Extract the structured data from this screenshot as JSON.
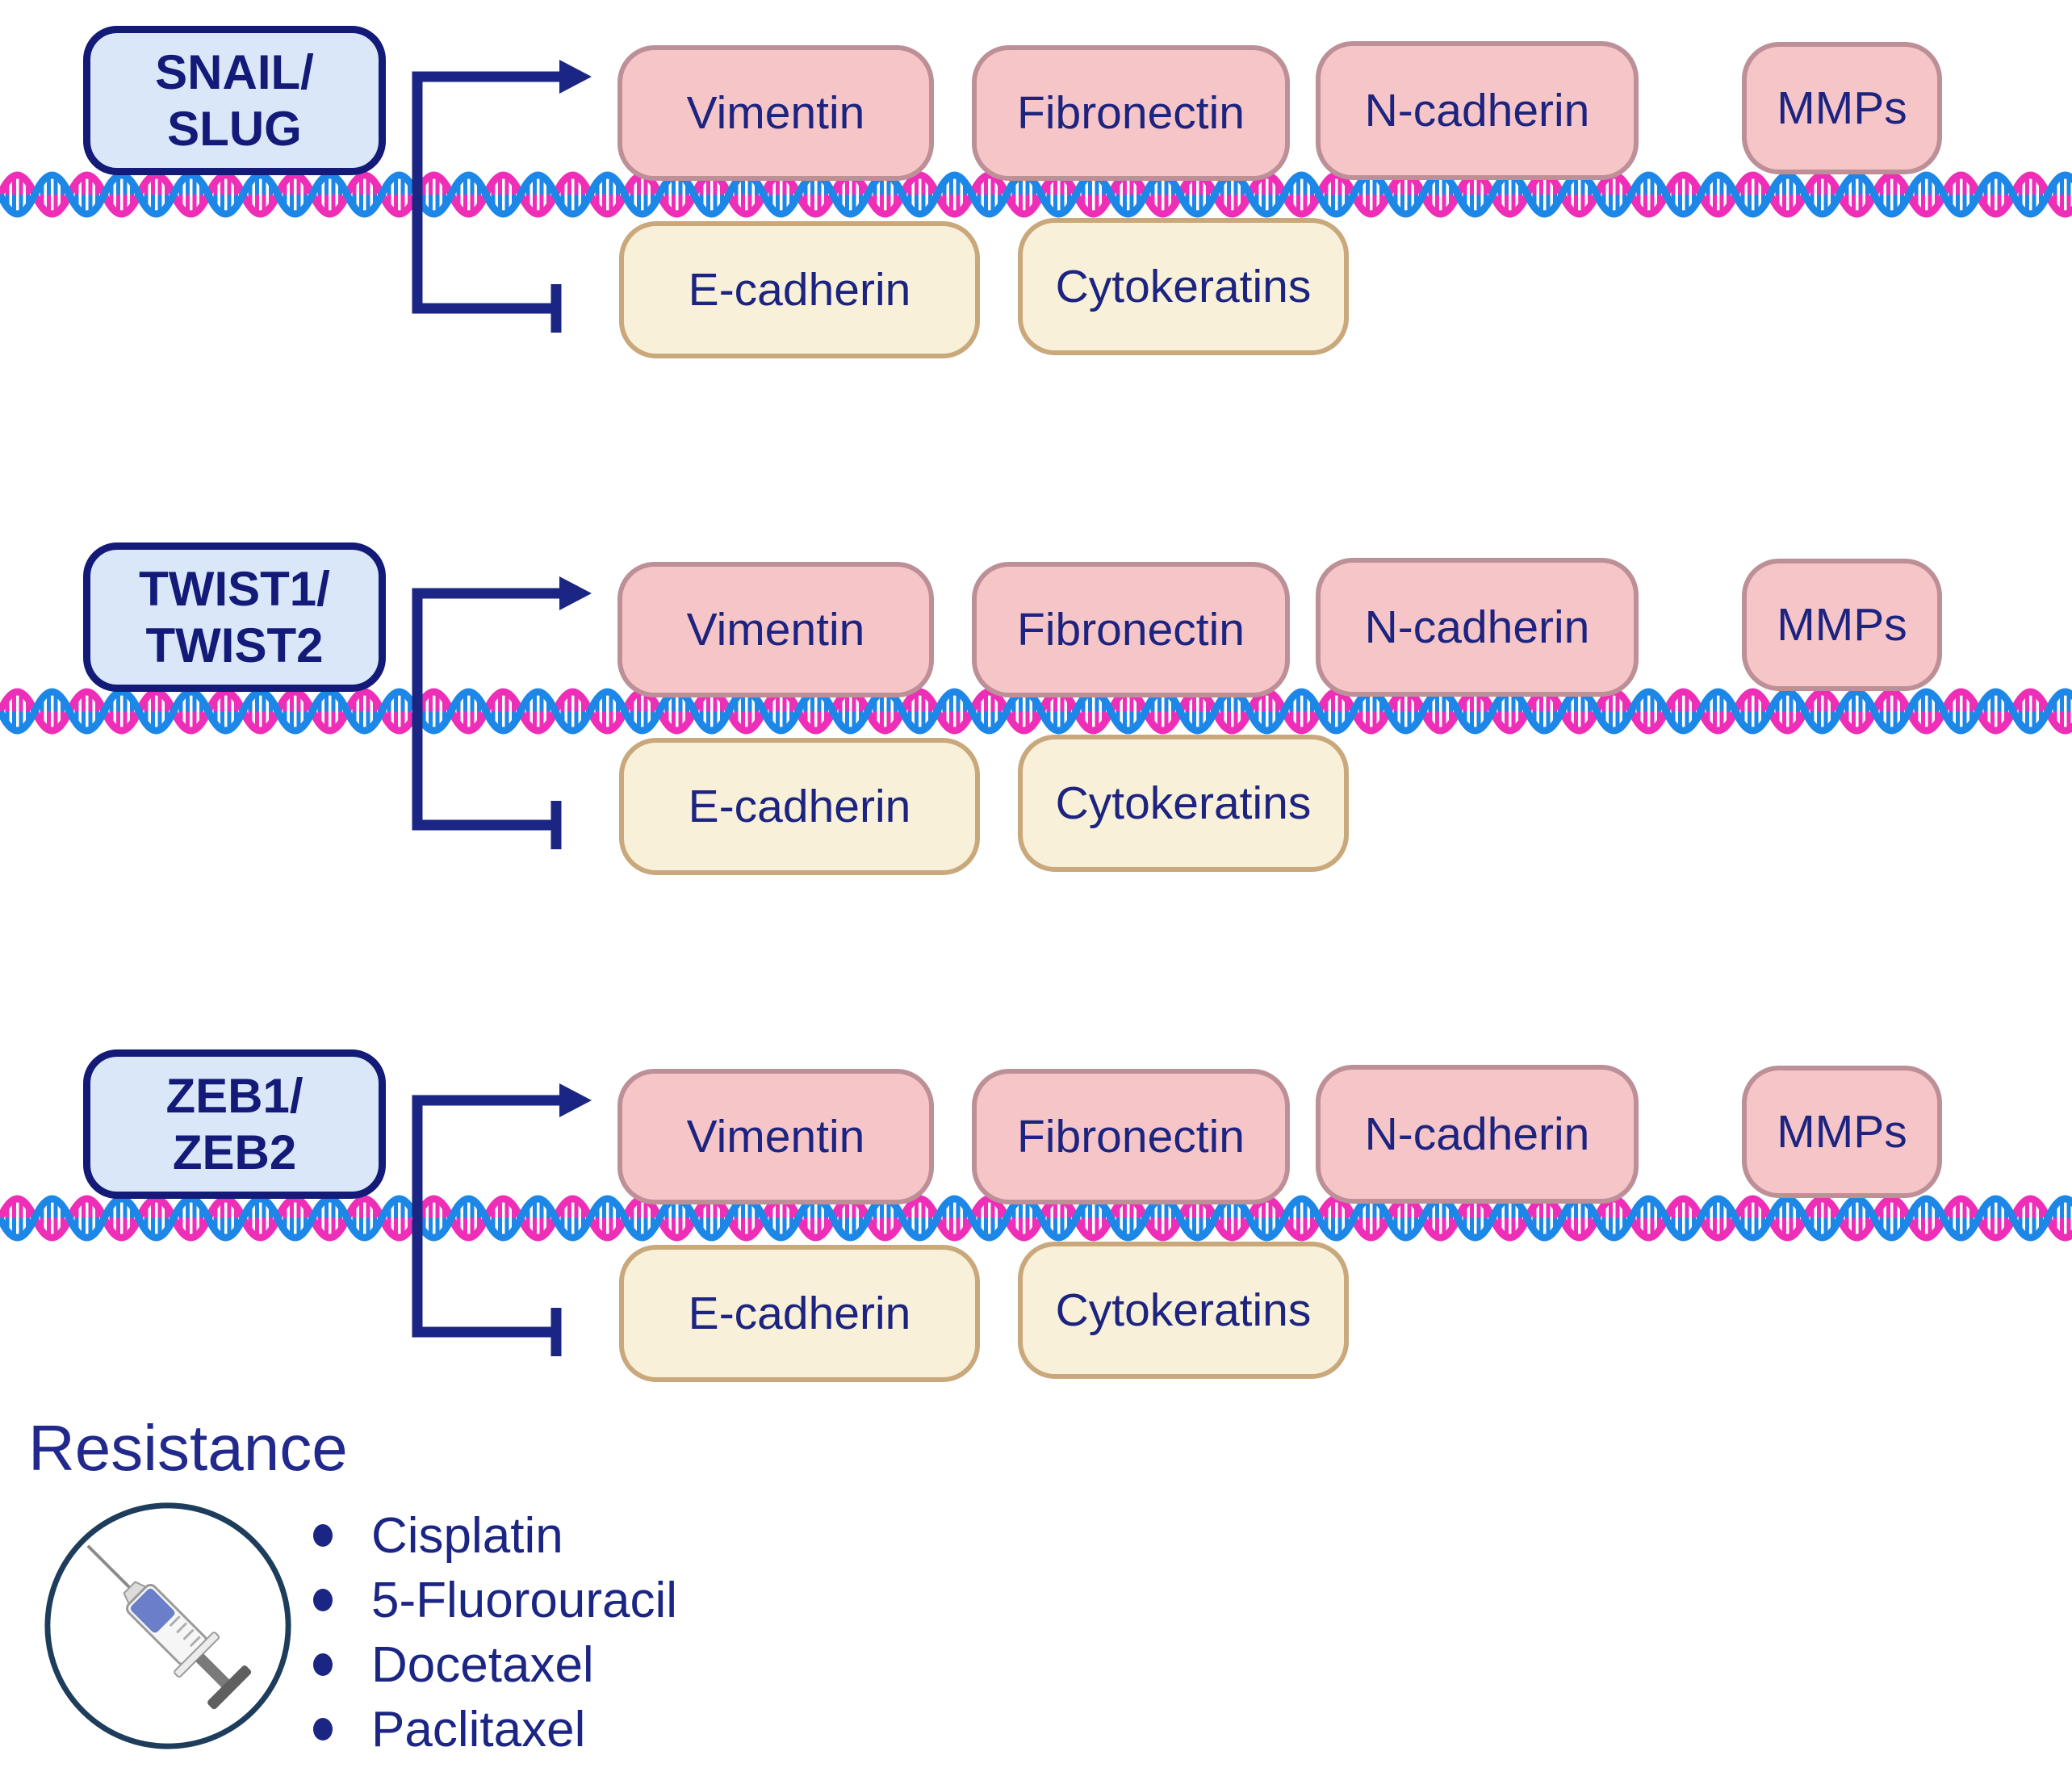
{
  "rows": [
    {
      "tf_line1": "SNAIL/",
      "tf_line2": "SLUG",
      "activated": [
        "Vimentin",
        "Fibronectin",
        "N-cadherin",
        "MMPs"
      ],
      "repressed": [
        "E-cadherin",
        "Cytokeratins"
      ]
    },
    {
      "tf_line1": "TWIST1/",
      "tf_line2": "TWIST2",
      "activated": [
        "Vimentin",
        "Fibronectin",
        "N-cadherin",
        "MMPs"
      ],
      "repressed": [
        "E-cadherin",
        "Cytokeratins"
      ]
    },
    {
      "tf_line1": "ZEB1/",
      "tf_line2": "ZEB2",
      "activated": [
        "Vimentin",
        "Fibronectin",
        "N-cadherin",
        "MMPs"
      ],
      "repressed": [
        "E-cadherin",
        "Cytokeratins"
      ]
    }
  ],
  "resistance": {
    "title": "Resistance",
    "drugs": [
      "Cisplatin",
      "5-Fluorouracil",
      "Docetaxel",
      "Paclitaxel"
    ],
    "icon": "syringe-icon"
  },
  "icons": {
    "activation": "activation-arrow-icon",
    "inhibition": "inhibition-bar-icon",
    "dna": "dna-helix"
  },
  "colors": {
    "navy": "#1b2583",
    "tf_fill": "#d9e7f8",
    "tf_border": "#131a78",
    "up_fill": "#f6c5c8",
    "up_border": "#bd8f97",
    "down_fill": "#f8f0d9",
    "down_border": "#c9a87c",
    "dna_blue": "#1d87e8",
    "dna_pink": "#ef2eb8",
    "circle_border": "#1e3d5c",
    "liquid_blue": "#6b7ec9"
  }
}
